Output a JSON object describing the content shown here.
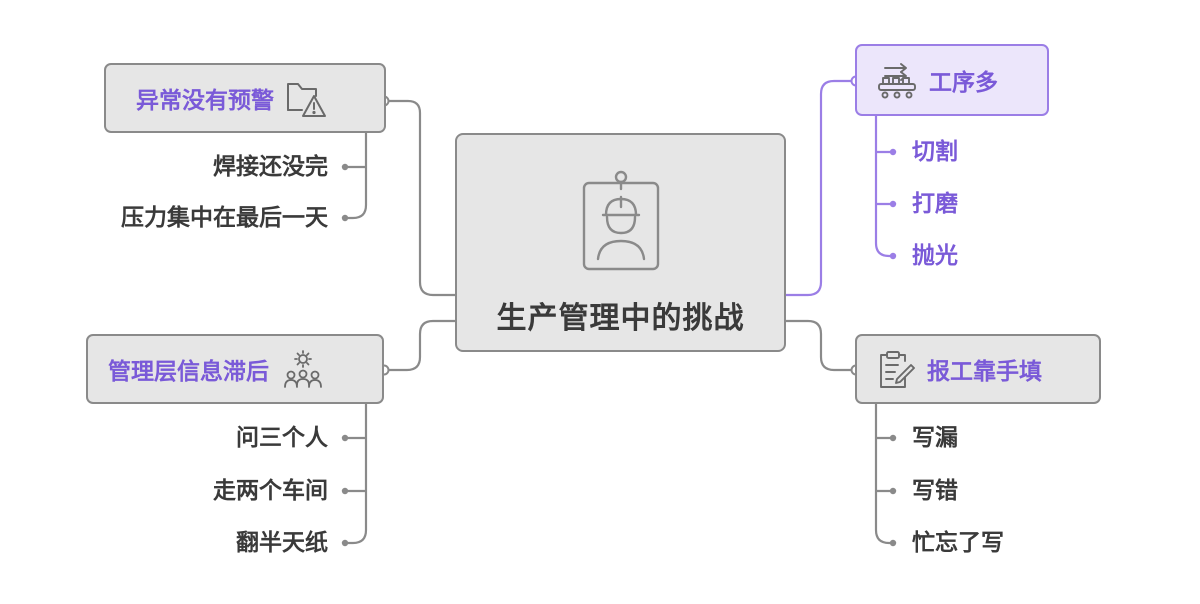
{
  "central": {
    "title": "生产管理中的挑战",
    "icon": "worker-badge-icon"
  },
  "branches": {
    "alert": {
      "label": "异常没有预警",
      "icon": "folder-warning-icon",
      "items": [
        "焊接还没完",
        "压力集中在最后一天"
      ]
    },
    "mgmt": {
      "label": "管理层信息滞后",
      "icon": "team-gear-icon",
      "items": [
        "问三个人",
        "走两个车间",
        "翻半天纸"
      ]
    },
    "process": {
      "label": "工序多",
      "icon": "conveyor-icon",
      "items": [
        "切割",
        "打磨",
        "抛光"
      ]
    },
    "report": {
      "label": "报工靠手填",
      "icon": "clipboard-pen-icon",
      "items": [
        "写漏",
        "写错",
        "忙忘了写"
      ]
    }
  },
  "colors": {
    "connector_gray": "#8a8a8a",
    "connector_purple": "#9b7ee6",
    "node_fill": "#e6e6e6",
    "accent_purple": "#7a5ad8",
    "text_dark": "#3a3a3a"
  }
}
